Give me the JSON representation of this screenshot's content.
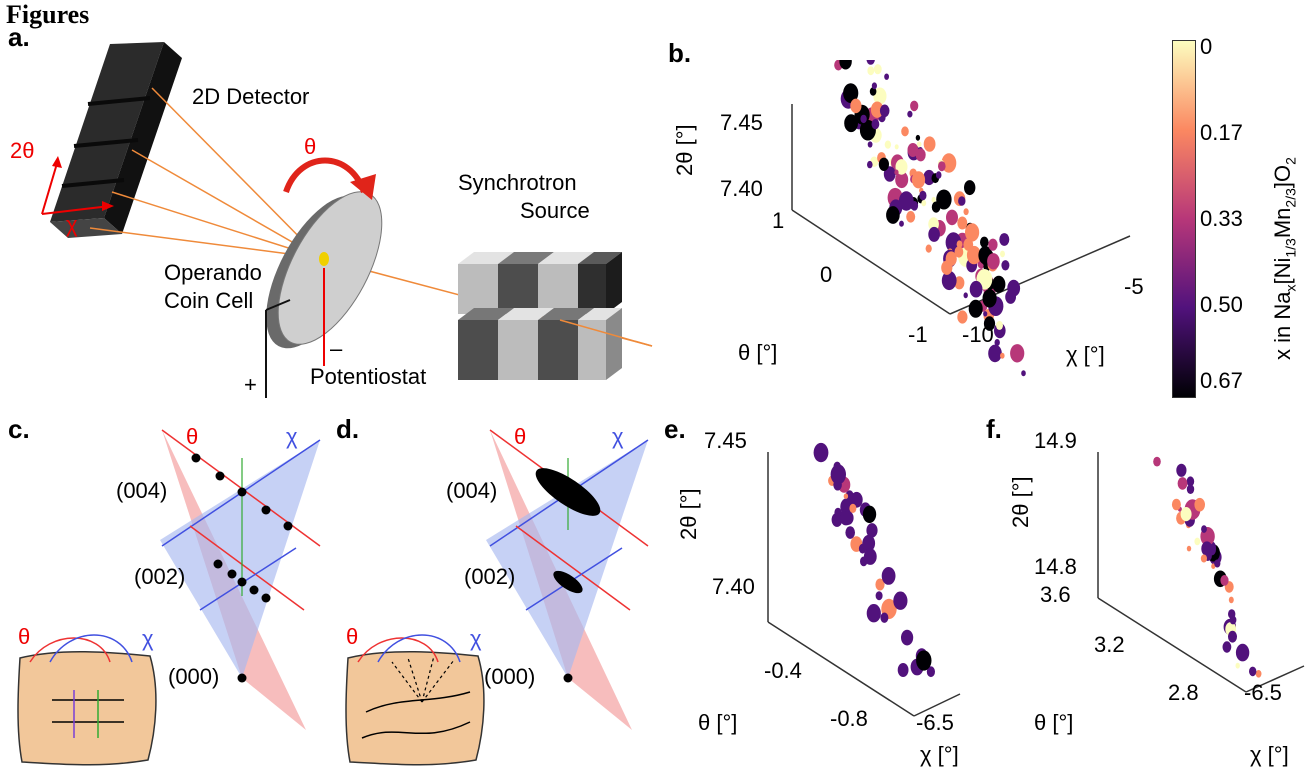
{
  "heading": "Figures",
  "panels": {
    "a": {
      "label": "a.",
      "detector": "2D Detector",
      "two_theta": "2θ",
      "chi": "χ",
      "theta": "θ",
      "coin_cell": [
        "Operando",
        "Coin Cell"
      ],
      "source": [
        "Synchrotron",
        "Source"
      ],
      "minus": "–",
      "plus": "+",
      "potentiostat": "Potentiostat"
    },
    "b": {
      "label": "b.",
      "z_axis": "2θ [°]",
      "z_ticks": [
        "7.45",
        "7.40"
      ],
      "y_axis": "θ [°]",
      "y_ticks": [
        "1",
        "0",
        "-1"
      ],
      "x_axis": "χ [°]",
      "x_ticks": [
        "-10",
        "-5"
      ],
      "colorbar": {
        "label": "x in Na",
        "label_sub1": "x",
        "label_mid1": "[Ni",
        "label_sub2": "1/3",
        "label_mid2": "Mn",
        "label_sub3": "2/3",
        "label_mid3": "]O",
        "label_sub4": "2",
        "ticks": [
          "0",
          "0.17",
          "0.33",
          "0.50",
          "0.67"
        ],
        "colors": [
          "#fcfdbf",
          "#fb8861",
          "#b73779",
          "#51127c",
          "#000004"
        ]
      }
    },
    "c": {
      "label": "c.",
      "theta": "θ",
      "chi": "χ",
      "reflections": [
        "(004)",
        "(002)",
        "(000)"
      ]
    },
    "d": {
      "label": "d.",
      "theta": "θ",
      "chi": "χ",
      "reflections": [
        "(004)",
        "(002)",
        "(000)"
      ]
    },
    "e": {
      "label": "e.",
      "z_axis": "2θ [°]",
      "z_ticks": [
        "7.45",
        "7.40"
      ],
      "y_axis": "θ [°]",
      "y_ticks": [
        "-0.4",
        "-0.8"
      ],
      "x_axis": "χ [°]",
      "x_ticks": [
        "-6.5"
      ]
    },
    "f": {
      "label": "f.",
      "z_axis": "2θ [°]",
      "z_ticks": [
        "14.9",
        "14.8"
      ],
      "y_axis": "θ [°]",
      "y_ticks": [
        "3.6",
        "3.2",
        "2.8"
      ],
      "x_axis": "χ [°]",
      "x_ticks": [
        "-6.5"
      ]
    }
  }
}
